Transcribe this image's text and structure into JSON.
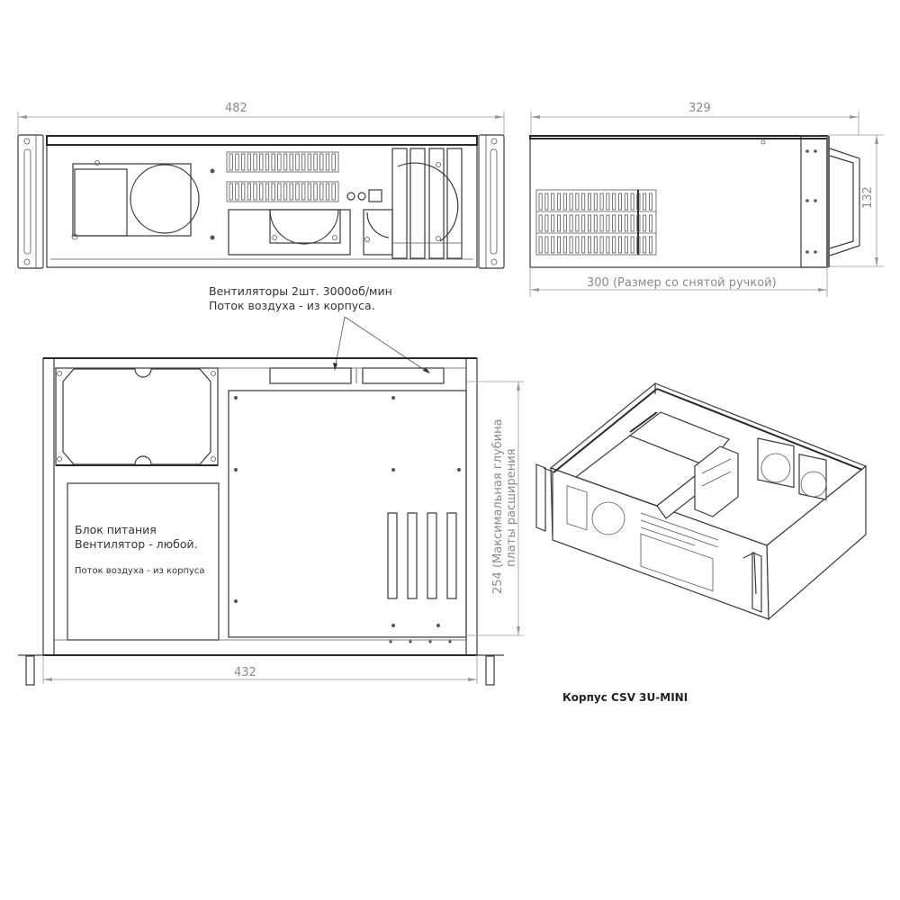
{
  "drawing": {
    "title": "Корпус CSV 3U-MINI",
    "front_view": {
      "width_dimension": "482"
    },
    "side_view": {
      "depth_dimension": "329",
      "height_dimension": "132",
      "depth_without_handle": "300 (Размер со снятой ручкой)"
    },
    "fans_note": {
      "line1": "Вентиляторы 2шт. 3000об/мин",
      "line2": "Поток воздуха - из корпуса."
    },
    "top_view": {
      "inner_width_dimension": "432",
      "expansion_depth": "254  (Максимальная глубина",
      "expansion_depth_line2": "платы расширения",
      "psu_note": {
        "line1": "Блок питания",
        "line2": "Вентилятор - любой.",
        "line3": "Поток воздуха - из корпуса"
      }
    }
  },
  "colors": {
    "line": "#3a3a3a",
    "dimension": "#9a9a9a",
    "background": "#ffffff"
  }
}
